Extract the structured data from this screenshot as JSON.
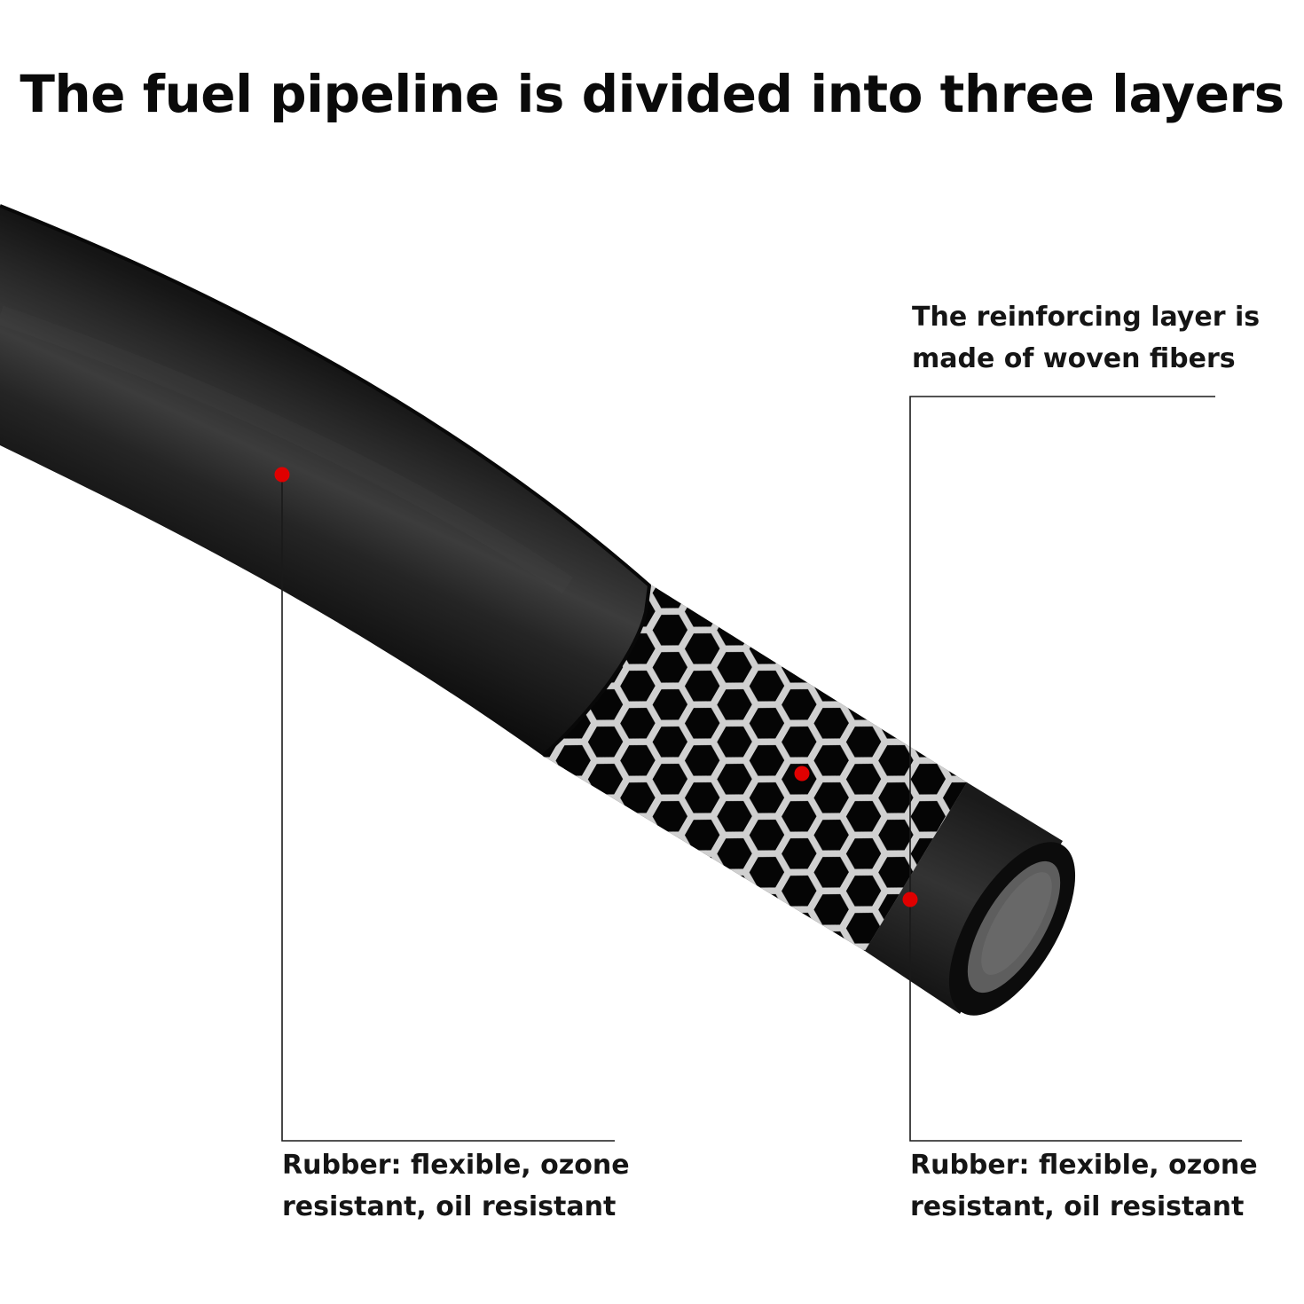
{
  "title": "The fuel pipeline is divided into three layers",
  "callouts": {
    "reinforcing": {
      "line1": "The reinforcing layer is",
      "line2": "made of woven fibers"
    },
    "outer_rubber": {
      "line1": "Rubber: flexible, ozone",
      "line2": "resistant, oil resistant"
    },
    "inner_rubber": {
      "line1": "Rubber: flexible, ozone",
      "line2": "resistant, oil resistant"
    }
  },
  "colors": {
    "marker": "#e00000",
    "hose": "#1c1c1c",
    "braid": "#c8c8c8",
    "leader_line": "#1a1a1a"
  }
}
